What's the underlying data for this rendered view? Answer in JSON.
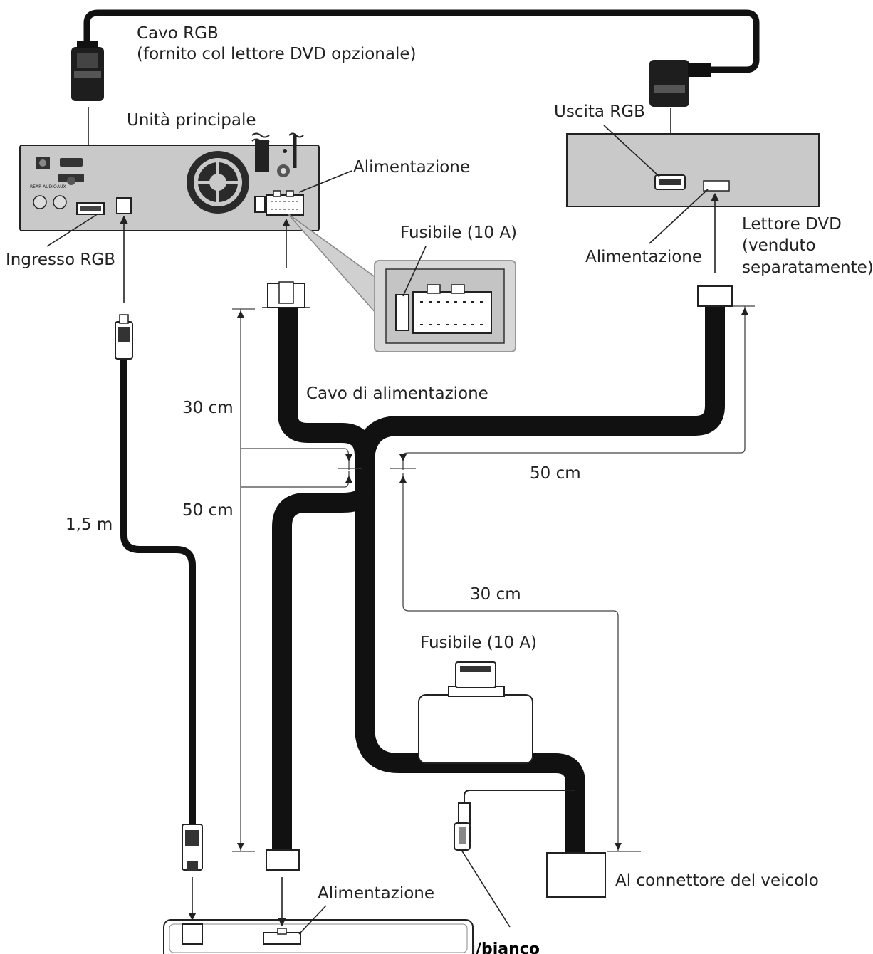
{
  "labels": {
    "rgb_cable_l1": "Cavo RGB",
    "rgb_cable_l2": "(fornito col lettore DVD opzionale)",
    "main_unit": "Unità principale",
    "power_top": "Alimentazione",
    "rgb_output": "Uscita RGB",
    "fuse_top": "Fusibile (10 A)",
    "rgb_input": "Ingresso RGB",
    "power_dvd": "Alimentazione",
    "dvd_l1": "Lettore DVD",
    "dvd_l2": "(venduto",
    "dvd_l3": "separatamente)",
    "power_cable": "Cavo di alimentazione",
    "len_30_left": "30 cm",
    "len_50_left": "50 cm",
    "len_50_right": "50 cm",
    "len_1_5": "1,5 m",
    "len_30_mid": "30 cm",
    "fuse_bottom": "Fusibile (10 A)",
    "vehicle_connector": "Al connettore del veicolo",
    "power_bottom": "Alimentazione",
    "blue_white": "Blu/bianco"
  },
  "unit_markings": {
    "rear_audio": "REAR AUDIO",
    "aux": "AUX"
  },
  "colors": {
    "cable": "#111111",
    "device_fill": "#c9c9c9",
    "line": "#222222"
  }
}
